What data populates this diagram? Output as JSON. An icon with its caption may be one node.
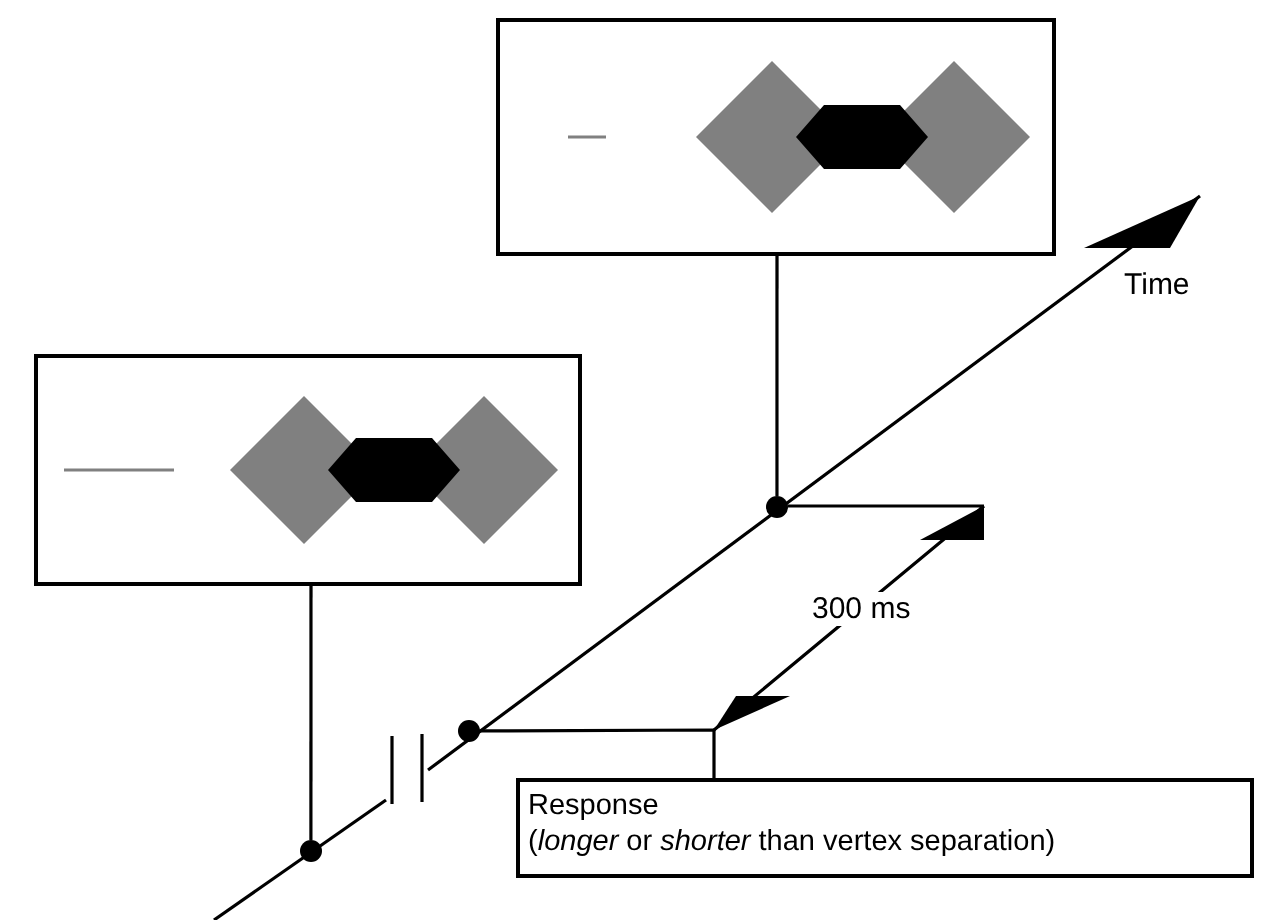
{
  "diagram": {
    "nodes": [
      {
        "text": [],
        "shape": "picture"
      },
      {
        "text": [],
        "shape": "picture"
      },
      {
        "text": [
          "Response",
          "(*longer* or *shorter* than vertex separation)"
        ]
      },
      {
        "text": [],
        "shape": "circle"
      },
      {
        "text": [],
        "shape": "circle"
      },
      {
        "text": [],
        "shape": "circle"
      }
    ],
    "edges": [
      {
        "from": 0,
        "to": 3,
        "arrow": "none"
      },
      {
        "from": 1,
        "to": 5,
        "arrow": "none"
      },
      {
        "from": 4,
        "to": 2,
        "arrow": "none"
      }
    ],
    "labels": [
      "Time",
      "300 ms"
    ]
  }
}
